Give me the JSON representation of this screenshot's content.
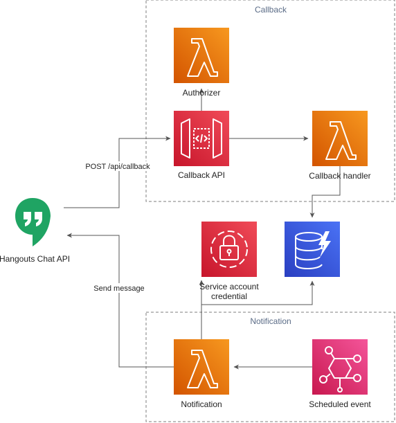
{
  "groups": {
    "callback": "Callback",
    "notification": "Notification"
  },
  "nodes": {
    "authorizer": "Authorizer",
    "callback_api": "Callback API",
    "callback_handler": "Callback handler",
    "hangouts": "Hangouts Chat API",
    "service_account_line1": "Service account",
    "service_account_line2": "credential",
    "notification": "Notification",
    "scheduled_event": "Scheduled event"
  },
  "edges": {
    "post_callback": "POST /api/callback",
    "send_message": "Send message"
  },
  "colors": {
    "lambda_top": "#f7981f",
    "lambda_bottom": "#d35400",
    "apigw_top": "#f04b58",
    "apigw_bottom": "#c7152b",
    "secrets_top": "#f04b58",
    "secrets_bottom": "#c7152b",
    "dynamodb_top": "#4a72f5",
    "dynamodb_bottom": "#2a3fc1",
    "eventbridge_top": "#f4559a",
    "eventbridge_bottom": "#c8184f",
    "hangouts_green": "#1fa463",
    "group_border": "#7d7d7d",
    "edge": "#545454"
  }
}
